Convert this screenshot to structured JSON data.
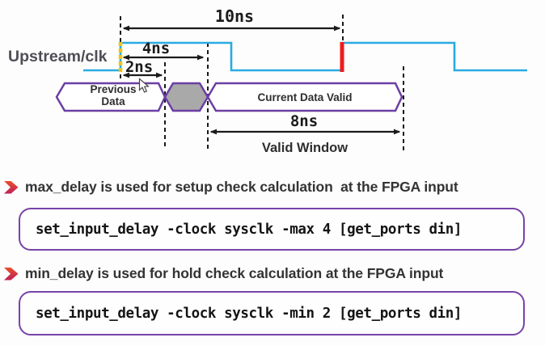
{
  "colors": {
    "clock": "#29abe2",
    "bus_border": "#6b3fa3",
    "bus_gray_fill": "#a9a9a9",
    "launch_edge_mark": "#f0c419",
    "capture_edge_mark": "#ee1c1c",
    "code_box_border": "#7843a8",
    "clk_label_color": "#4e4e57",
    "bullet_marker_top": "#e94e2c",
    "bullet_marker_bottom": "#be2058"
  },
  "timing_diagram": {
    "clock_label": "Upstream/clk",
    "period_label": "10ns",
    "max_delay_label": "4ns",
    "min_delay_label": "2ns",
    "valid_window_duration": "8ns",
    "valid_window_label": "Valid Window",
    "bus": {
      "previous_line1": "Previous",
      "previous_line2": "Data",
      "current": "Current Data Valid"
    }
  },
  "bullets": [
    {
      "label": "max_delay is used for setup check calculation  at the FPGA input",
      "code": "set_input_delay -clock sysclk -max 4 [get_ports din]"
    },
    {
      "label": "min_delay is used for hold check calculation at the FPGA input",
      "code": "set_input_delay -clock sysclk -min 2 [get_ports din]"
    }
  ]
}
